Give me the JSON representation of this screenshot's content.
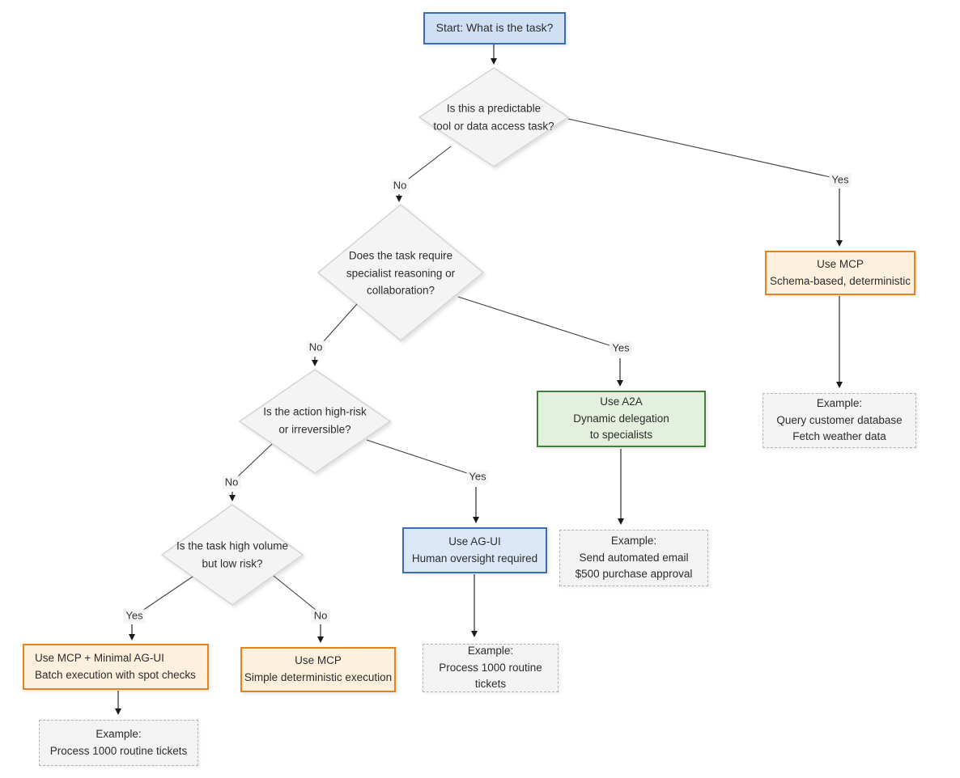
{
  "flowchart": {
    "start": {
      "label": "Start: What is the task?"
    },
    "decisions": {
      "predictable": {
        "line1": "Is this a predictable",
        "line2": "tool or data access task?"
      },
      "specialist": {
        "line1": "Does the task require",
        "line2": "specialist reasoning or",
        "line3": "collaboration?"
      },
      "highrisk": {
        "line1": "Is the action high-risk",
        "line2": "or irreversible?"
      },
      "volume": {
        "line1": "Is the task high volume",
        "line2": "but low risk?"
      }
    },
    "outcomes": {
      "mcp_schema": {
        "title": "Use MCP",
        "subtitle": "Schema-based, deterministic"
      },
      "a2a": {
        "title": "Use A2A",
        "subtitle1": "Dynamic delegation",
        "subtitle2": "to specialists"
      },
      "agui": {
        "title": "Use AG-UI",
        "subtitle": "Human oversight required"
      },
      "mcp_minimal": {
        "title": "Use MCP + Minimal AG-UI",
        "subtitle": "Batch execution with spot checks"
      },
      "mcp_simple": {
        "title": "Use MCP",
        "subtitle": "Simple deterministic execution"
      }
    },
    "examples": {
      "mcp_schema": {
        "heading": "Example:",
        "line1": "Query customer database",
        "line2": "Fetch weather data"
      },
      "a2a": {
        "heading": "Example:",
        "line1": "Send automated email",
        "line2": "$500 purchase approval"
      },
      "agui": {
        "heading": "Example:",
        "line1": "Process 1000 routine tickets"
      },
      "mcp_minimal": {
        "heading": "Example:",
        "line1": "Process 1000 routine tickets"
      }
    },
    "labels": {
      "no": "No",
      "yes": "Yes"
    },
    "colors": {
      "blue_fill": "#dbe7f6",
      "blue_border": "#3a6db8",
      "orange_fill": "#fdf1dd",
      "orange_border": "#e8821d",
      "green_fill": "#e4f0de",
      "green_border": "#41803c",
      "diamond_fill": "#f4f4f4",
      "diamond_border": "#d4d4d4",
      "example_fill": "#f3f3f3",
      "example_border": "#b3b3b3",
      "connector": "#3f3f3f"
    }
  }
}
